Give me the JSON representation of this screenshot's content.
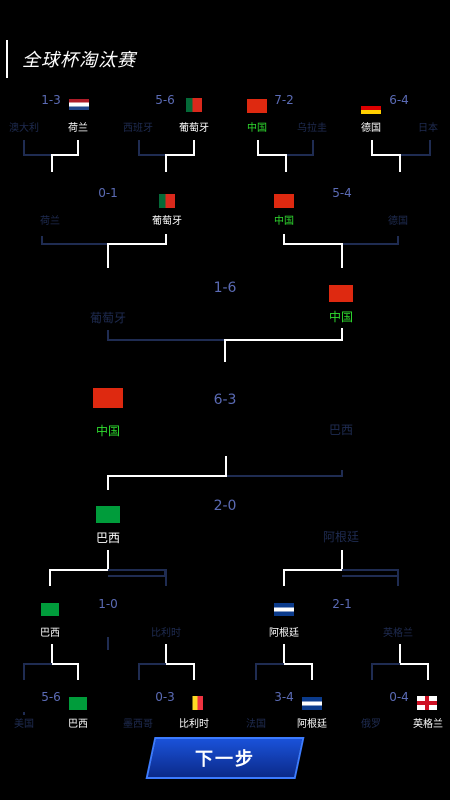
{
  "header": {
    "title": "全球杯淘汰赛"
  },
  "bracket": {
    "top_r1": [
      {
        "score": "1-3",
        "loser": "澳大利",
        "winner": "荷兰"
      },
      {
        "score": "5-6",
        "loser": "西班牙",
        "winner": "葡萄牙"
      },
      {
        "score": "7-2",
        "winner": "中国",
        "loser": "乌拉圭"
      },
      {
        "score": "6-4",
        "winner": "德国",
        "loser": "日本"
      }
    ],
    "top_r2": [
      {
        "score": "0-1",
        "loser": "荷兰",
        "winner": "葡萄牙"
      },
      {
        "score": "5-4",
        "winner": "中国",
        "loser": "德国"
      }
    ],
    "top_r3": {
      "score": "1-6",
      "loser": "葡萄牙",
      "winner": "中国"
    },
    "final": {
      "score": "6-3",
      "winner": "中国",
      "loser": "巴西"
    },
    "bottom_r3": {
      "score": "2-0",
      "winner": "巴西",
      "loser": "阿根廷"
    },
    "bottom_r2": [
      {
        "score": "1-0",
        "winner": "巴西",
        "loser": "比利时"
      },
      {
        "score": "2-1",
        "winner": "阿根廷",
        "loser": "英格兰"
      }
    ],
    "bottom_r1": [
      {
        "score": "5-6",
        "loser": "美国",
        "winner": "巴西"
      },
      {
        "score": "0-3",
        "loser": "墨西哥",
        "winner": "比利时"
      },
      {
        "score": "3-4",
        "loser": "法国",
        "winner": "阿根廷"
      },
      {
        "score": "0-4",
        "loser": "俄罗",
        "winner": "英格兰"
      }
    ]
  },
  "footer": {
    "next_label": "下一步"
  },
  "colors": {
    "score": "#5b6bb5",
    "winner_line": "#ffffff",
    "loser_line": "#1f2c52",
    "champion_text": "#2fdc2f",
    "button": "#1a52d9"
  }
}
